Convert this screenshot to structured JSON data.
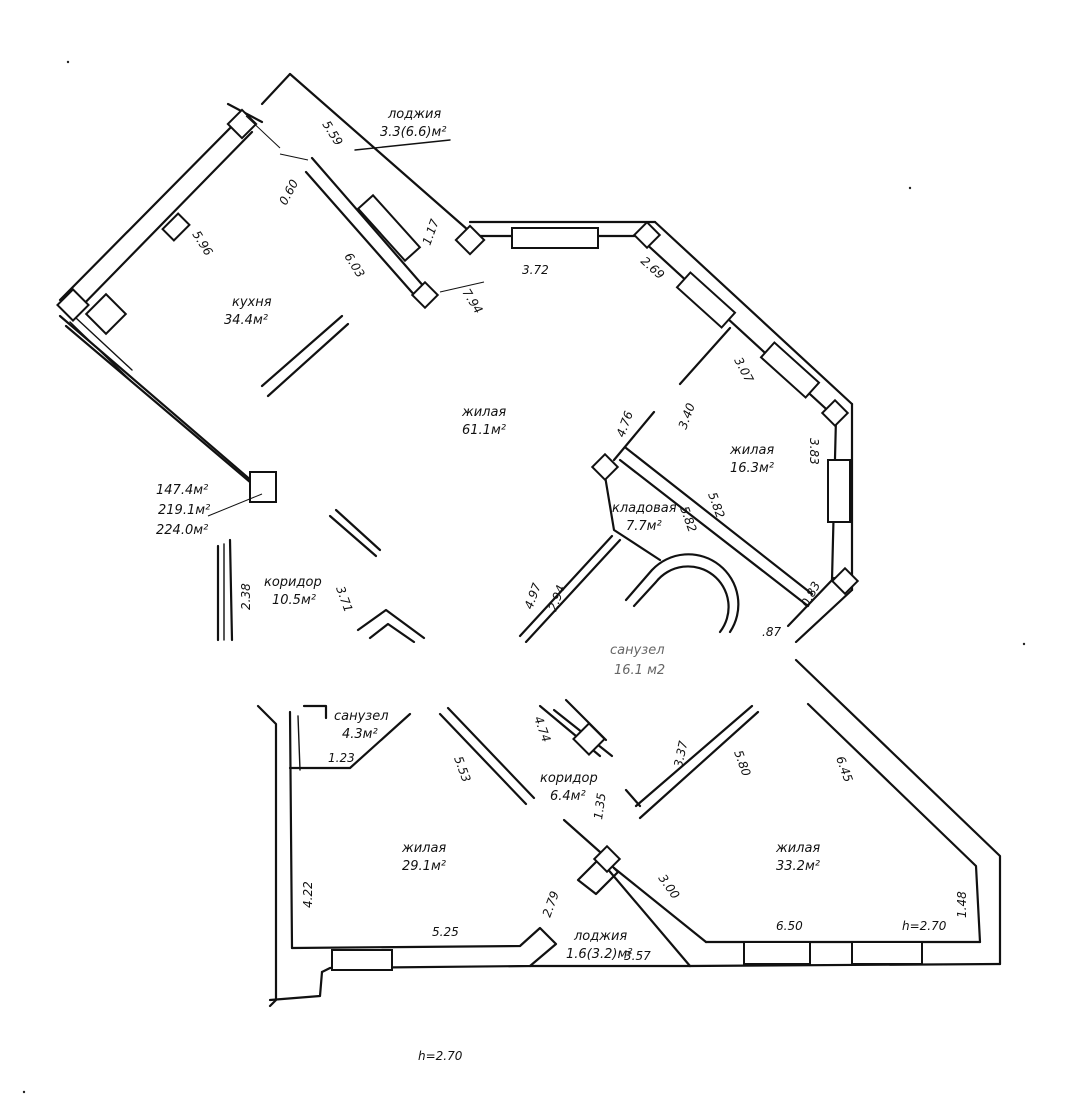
{
  "rooms": [
    {
      "id": "kitchen",
      "name": "кухня",
      "area": "34.4м²"
    },
    {
      "id": "living-main",
      "name": "жилая",
      "area": "61.1м²"
    },
    {
      "id": "living-east",
      "name": "жилая",
      "area": "16.3м²"
    },
    {
      "id": "storage",
      "name": "кладовая",
      "area": "7.7м²"
    },
    {
      "id": "corridor-west",
      "name": "коридор",
      "area": "10.5м²"
    },
    {
      "id": "bath-main",
      "name": "санузел",
      "area": "16.1 м2"
    },
    {
      "id": "bath-small",
      "name": "санузел",
      "area": "4.3м²"
    },
    {
      "id": "corridor-south",
      "name": "коридор",
      "area": "6.4м²"
    },
    {
      "id": "living-sw",
      "name": "жилая",
      "area": "29.1м²"
    },
    {
      "id": "living-se",
      "name": "жилая",
      "area": "33.2м²"
    },
    {
      "id": "loggia-north",
      "name": "лоджия",
      "area": "3.3(6.6)м²"
    },
    {
      "id": "loggia-south",
      "name": "лоджия",
      "area": "1.6(3.2)м²"
    }
  ],
  "totals": [
    "147.4м²",
    "219.1м²",
    "224.0м²"
  ],
  "dimensions": [
    "5.59",
    "0.60",
    "1.17",
    "5.96",
    "6.03",
    "7.94",
    "3.72",
    "2.69",
    "3.07",
    "3.40",
    "4.76",
    "3.83",
    "5.82",
    "5.82",
    "2.94",
    "4.97",
    "0.83",
    "3.71",
    "2.38",
    "1.23",
    "5.53",
    "4.74",
    "1.35",
    "3.37",
    "5.80",
    "6.45",
    "4.22",
    "5.25",
    "2.79",
    "3.57",
    "3.00",
    "6.50",
    "1.48",
    ".87"
  ],
  "ceiling_height_note": "h=2.70",
  "ceiling_height_footer": "h=2.70"
}
